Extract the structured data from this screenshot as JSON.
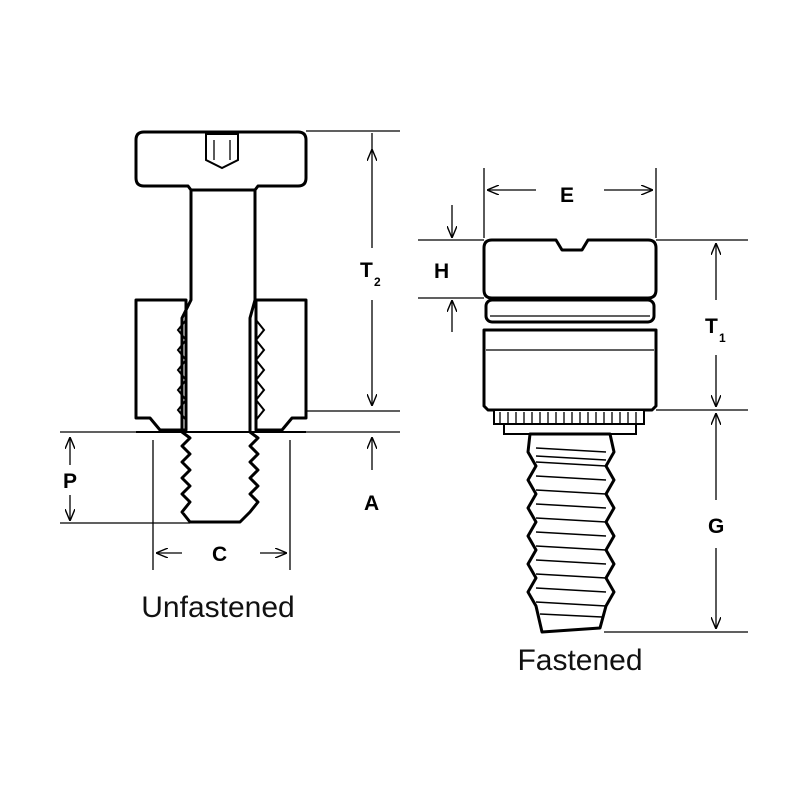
{
  "labels": {
    "t2_main": "T",
    "t2_sub": "2",
    "t1_main": "T",
    "t1_sub": "1",
    "e": "E",
    "h": "H",
    "g": "G",
    "a": "A",
    "p": "P",
    "c": "C"
  },
  "captions": {
    "unfastened": "Unfastened",
    "fastened": "Fastened"
  }
}
